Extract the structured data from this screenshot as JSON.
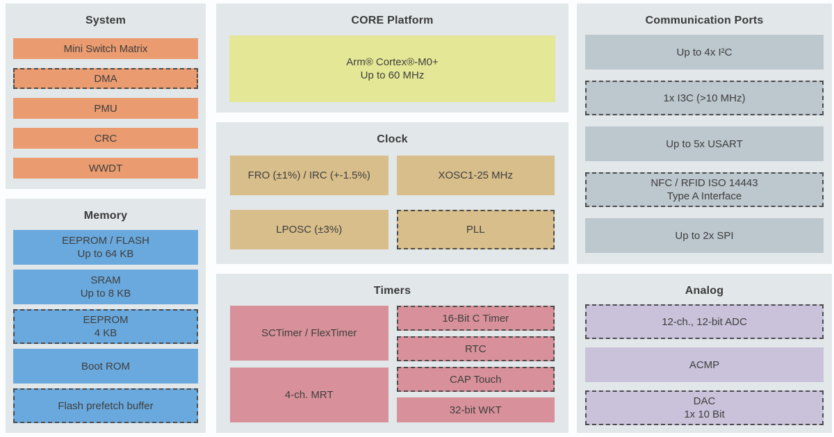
{
  "colors": {
    "page_bg": "#FCFDFE",
    "panel_bg": "#E2E7EA",
    "title_text": "#3A3A3A",
    "text": "#3E3E3E",
    "dash_border": "#4A4A4A",
    "system_block": "#EA9B6F",
    "memory_block": "#6AA9DD",
    "core_block": "#E4E795",
    "clock_block": "#D8BE8A",
    "timers_block": "#D8919A",
    "comm_block": "#BDC7CE",
    "analog_block": "#C9C2DA"
  },
  "panels": {
    "system": {
      "title": "System",
      "blocks": [
        {
          "text": "Mini Switch Matrix"
        },
        {
          "text": "DMA",
          "dashed": true
        },
        {
          "text": "PMU"
        },
        {
          "text": "CRC"
        },
        {
          "text": "WWDT"
        }
      ]
    },
    "memory": {
      "title": "Memory",
      "blocks": [
        {
          "text": "EEPROM / FLASH",
          "text2": "Up to 64 KB"
        },
        {
          "text": "SRAM",
          "text2": "Up to 8 KB"
        },
        {
          "text": "EEPROM",
          "text2": "4 KB",
          "dashed": true
        },
        {
          "text": "Boot ROM"
        },
        {
          "text": "Flash prefetch buffer",
          "dashed": true
        }
      ]
    },
    "core": {
      "title": "CORE Platform",
      "blocks": [
        {
          "text": "Arm® Cortex®-M0+",
          "text2": "Up to 60 MHz"
        }
      ]
    },
    "clock": {
      "title": "Clock",
      "blocks": [
        {
          "text": "FRO (±1%) / IRC (+-1.5%)"
        },
        {
          "text": "XOSC1-25 MHz"
        },
        {
          "text": "LPOSC (±3%)"
        },
        {
          "text": "PLL",
          "dashed": true
        }
      ]
    },
    "timers": {
      "title": "Timers",
      "left_blocks": [
        {
          "text": "SCTimer / FlexTimer"
        },
        {
          "text": "4-ch. MRT"
        }
      ],
      "right_blocks": [
        {
          "text": "16-Bit C Timer",
          "dashed": true
        },
        {
          "text": "RTC",
          "dashed": true
        },
        {
          "text": "CAP Touch",
          "dashed": true
        },
        {
          "text": "32-bit WKT"
        }
      ]
    },
    "comm": {
      "title": "Communication Ports",
      "blocks": [
        {
          "text": "Up to 4x I²C"
        },
        {
          "text": "1x I3C (>10 MHz)",
          "dashed": true
        },
        {
          "text": "Up to 5x USART"
        },
        {
          "text": "NFC / RFID ISO 14443",
          "text2": "Type A Interface",
          "dashed": true
        },
        {
          "text": "Up to 2x SPI"
        }
      ]
    },
    "analog": {
      "title": "Analog",
      "blocks": [
        {
          "text": "12-ch., 12-bit ADC",
          "dashed": true
        },
        {
          "text": "ACMP"
        },
        {
          "text": "DAC",
          "text2": "1x 10 Bit",
          "dashed": true
        }
      ]
    }
  }
}
